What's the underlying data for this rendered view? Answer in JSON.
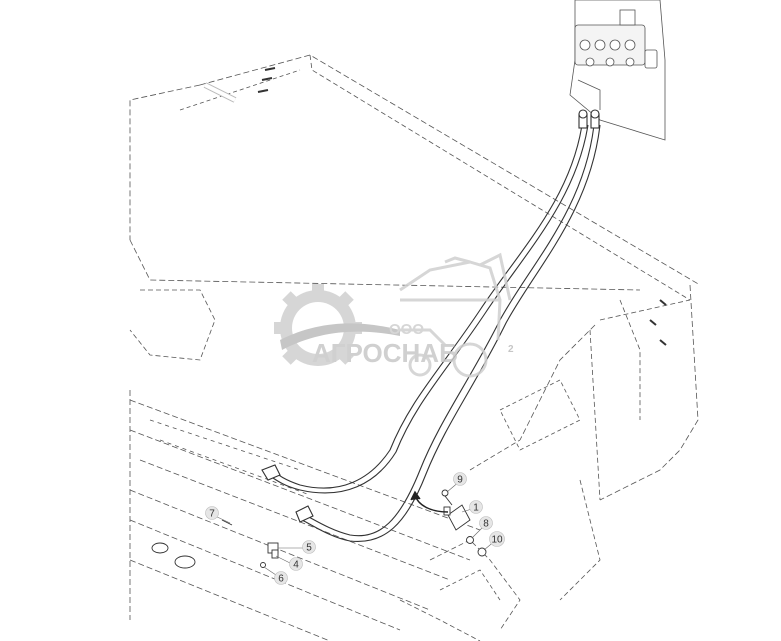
{
  "watermark": {
    "company_prefix": "ООО",
    "company_name": "АГРОСНАБ",
    "suffix": "2",
    "color": "#cfcfcf"
  },
  "diagram": {
    "line_color": "#444444",
    "light_line_color": "#9a9a9a",
    "part_numbers": [
      {
        "id": "p1",
        "label": "1"
      },
      {
        "id": "p4",
        "label": "4"
      },
      {
        "id": "p5",
        "label": "5"
      },
      {
        "id": "p6",
        "label": "6"
      },
      {
        "id": "p7",
        "label": "7"
      },
      {
        "id": "p8",
        "label": "8"
      },
      {
        "id": "p9",
        "label": "9"
      },
      {
        "id": "p10",
        "label": "10"
      }
    ]
  }
}
